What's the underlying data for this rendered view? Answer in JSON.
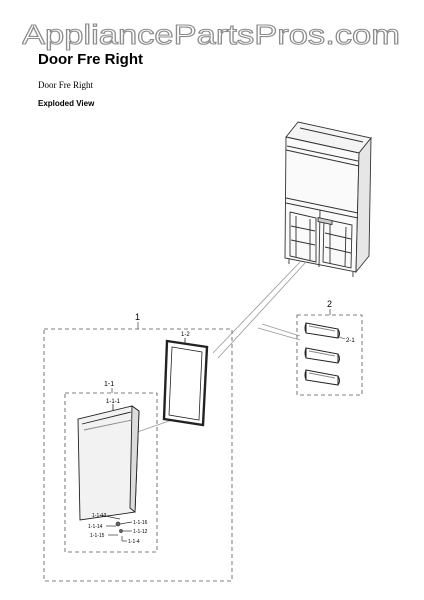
{
  "watermark": {
    "text": "AppliancePartsPros.com"
  },
  "header": {
    "title": "Door Fre Right",
    "subtitle": "Door Fre Right",
    "view_label": "Exploded View"
  },
  "callouts": {
    "group_1": "1",
    "group_1_1": "1-1",
    "part_1_1_1": "1-1-1",
    "part_1_2": "1-2",
    "part_1_1_13": "1-1-13",
    "part_1_1_16": "1-1-16",
    "part_1_1_14": "1-1-14",
    "part_1_1_12": "1-1-12",
    "part_1_1_15": "1-1-15",
    "part_1_1_4": "1-1-4",
    "group_2": "2",
    "part_2_1": "2-1"
  }
}
